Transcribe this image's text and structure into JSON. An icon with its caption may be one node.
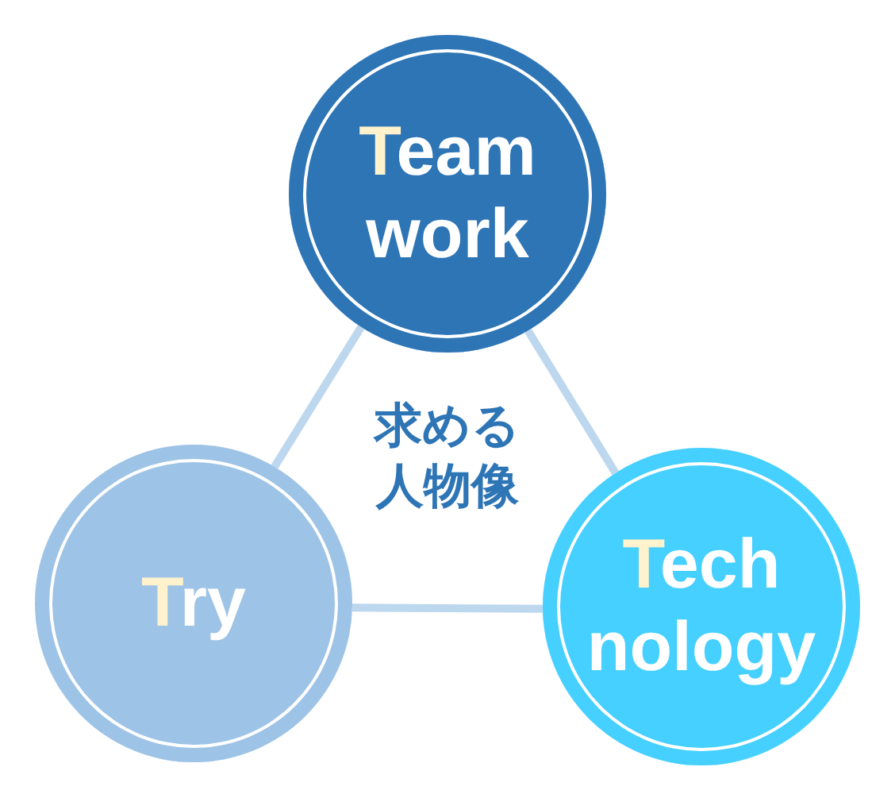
{
  "diagram": {
    "nodes": [
      {
        "text": [
          "Team work"
        ]
      },
      {
        "text": [
          "Try"
        ]
      },
      {
        "text": [
          "Tech nology"
        ]
      }
    ],
    "edges": [
      {
        "from": 0,
        "to": 1,
        "arrow": "none"
      },
      {
        "from": 0,
        "to": 2,
        "arrow": "none"
      },
      {
        "from": 1,
        "to": 2,
        "arrow": "none"
      }
    ],
    "labels": [
      "求める人物像"
    ]
  }
}
